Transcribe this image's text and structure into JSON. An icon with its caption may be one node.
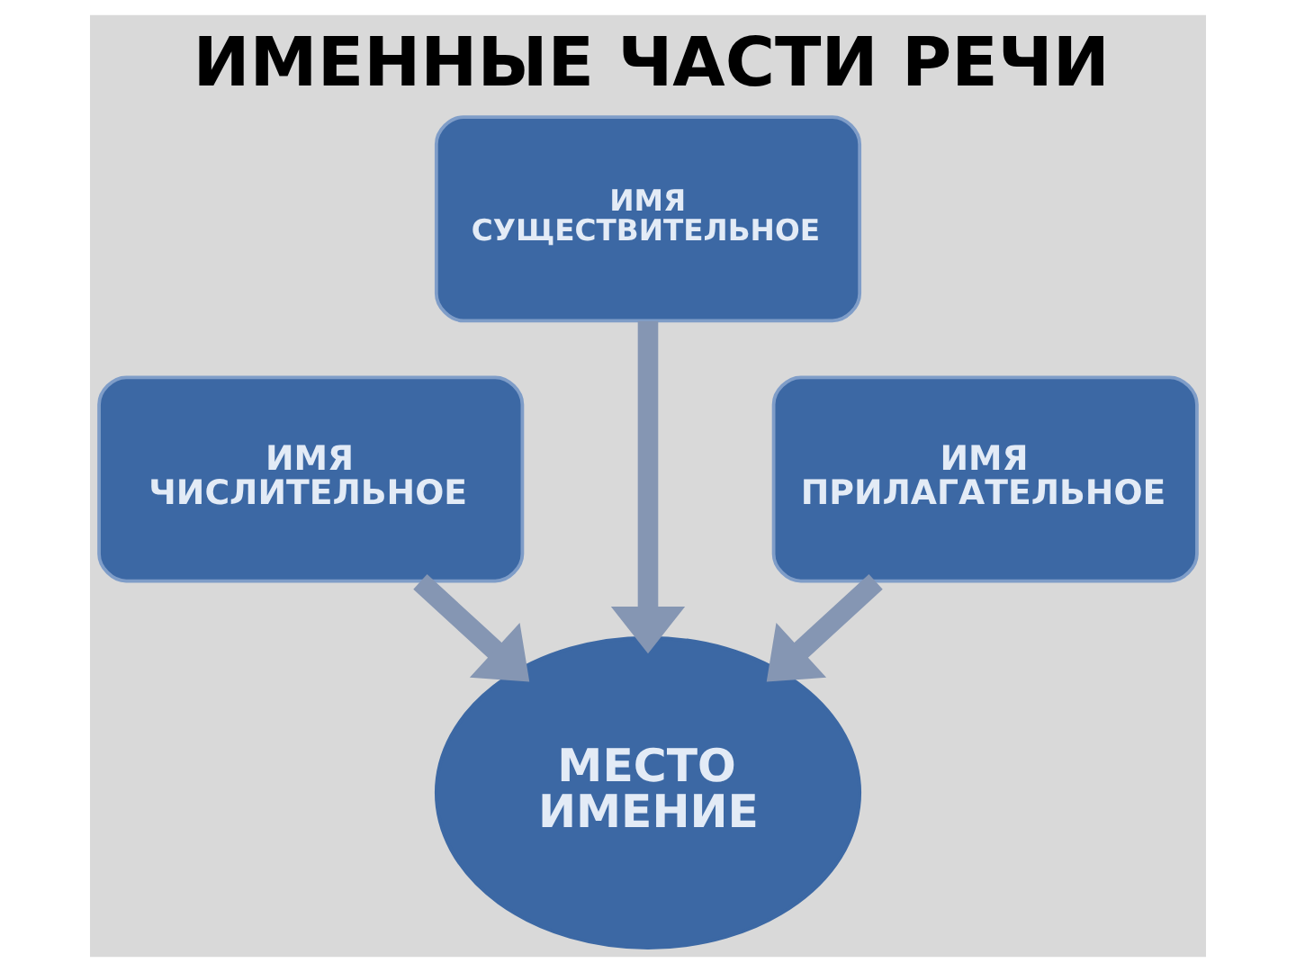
{
  "diagram": {
    "title": "ИМЕННЫЕ ЧАСТИ РЕЧИ",
    "nodes": [
      {
        "text": [
          "ИМЯ СУЩЕСТВИТЕЛЬНОЕ"
        ]
      },
      {
        "text": [
          "ИМЯ ЧИСЛИТЕЛЬНОЕ"
        ]
      },
      {
        "text": [
          "ИМЯ ПРИЛАГАТЕЛЬНОЕ"
        ]
      },
      {
        "text": [
          "МЕСТО ИМЕНИЕ"
        ]
      }
    ],
    "edges": [
      {
        "from": 0,
        "to": 3,
        "arrow": "to"
      },
      {
        "from": 1,
        "to": 3,
        "arrow": "to"
      },
      {
        "from": 2,
        "to": 3,
        "arrow": "to"
      }
    ]
  }
}
